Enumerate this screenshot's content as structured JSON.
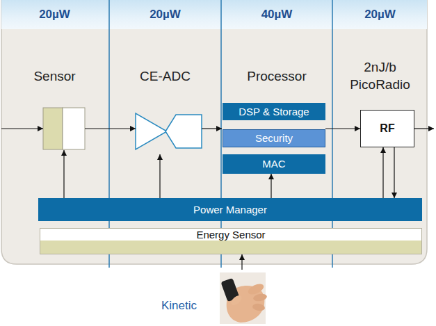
{
  "diagram": {
    "nodes": [
      {
        "text": [
          "20µW",
          "Sensor"
        ]
      },
      {
        "text": [
          "20µW",
          "CE-ADC"
        ]
      },
      {
        "text": [
          "40µW",
          "Processor"
        ]
      },
      {
        "text": [
          "20µW",
          "2nJ/b PicoRadio"
        ]
      },
      {
        "text": [
          "DSP & Storage"
        ],
        "in": 2
      },
      {
        "text": [
          "Security"
        ],
        "in": 2
      },
      {
        "text": [
          "MAC"
        ],
        "in": 2
      },
      {
        "text": [
          "RF"
        ],
        "in": 3
      },
      {
        "text": [
          "Power Manager"
        ]
      },
      {
        "text": [
          "Energy Sensor"
        ]
      },
      {
        "text": [
          "Kinetic"
        ]
      }
    ],
    "edges": [
      {
        "from": 5,
        "to": 7,
        "arrow": "to"
      },
      {
        "from": 8,
        "to": 6,
        "arrow": "to"
      },
      {
        "from": 8,
        "to": 7,
        "arrow": "to"
      },
      {
        "from": 7,
        "to": 8,
        "arrow": "to"
      },
      {
        "from": 10,
        "to": 9,
        "arrow": "to"
      }
    ]
  }
}
